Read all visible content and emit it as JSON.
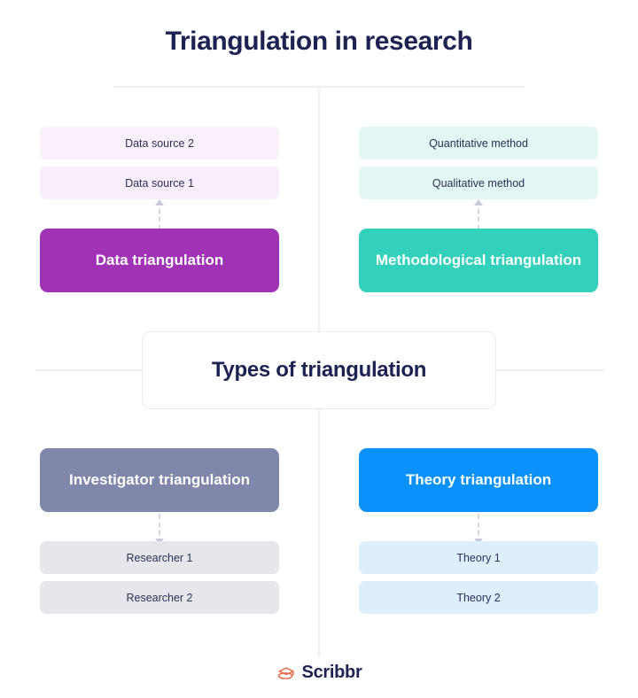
{
  "title": "Triangulation in research",
  "center": {
    "label": "Types of triangulation"
  },
  "quadrants": {
    "data": {
      "main_label": "Data triangulation",
      "main_color": "#a232b5",
      "item_color": "#faf0fc",
      "items": [
        "Data source 2",
        "Data source 1"
      ],
      "arrow_direction": "up"
    },
    "methodological": {
      "main_label": "Methodological triangulation",
      "main_color": "#33d1bb",
      "item_color": "#e2f6f3",
      "items": [
        "Quantitative method",
        "Qualitative method"
      ],
      "arrow_direction": "up"
    },
    "investigator": {
      "main_label": "Investigator triangulation",
      "main_color": "#7f88ab",
      "item_color": "#e6e7eb",
      "items": [
        "Researcher 1",
        "Researcher 2"
      ],
      "arrow_direction": "down"
    },
    "theory": {
      "main_label": "Theory triangulation",
      "main_color": "#0a91fc",
      "item_color": "#ddeefd",
      "items": [
        "Theory 1",
        "Theory 2"
      ],
      "arrow_direction": "down"
    }
  },
  "footer": {
    "brand": "Scribbr",
    "logo_icon": "graduation-cap-icon",
    "logo_color": "#e8694a",
    "text_color": "#1c2251"
  },
  "theme": {
    "background": "#ffffff",
    "title_color": "#1c2251",
    "divider_color": "#eef0f6",
    "arrow_color": "#d6d9e2"
  }
}
